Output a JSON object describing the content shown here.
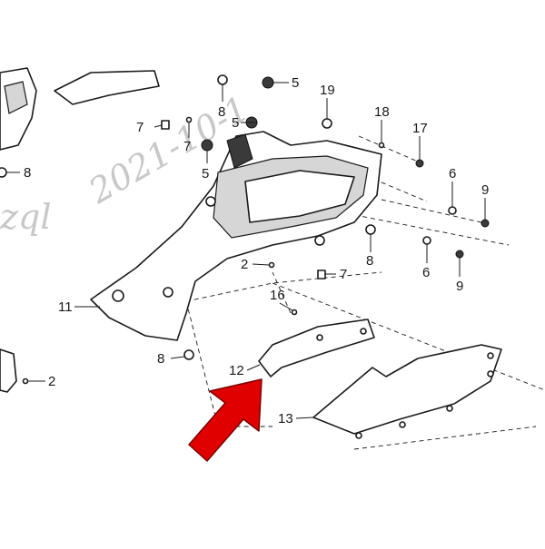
{
  "watermark": {
    "text_left": "zql",
    "text_main": "2021-10-1"
  },
  "callouts": [
    {
      "id": "c5a",
      "label": "5"
    },
    {
      "id": "c8a",
      "label": "8"
    },
    {
      "id": "c7a",
      "label": "7"
    },
    {
      "id": "c7b",
      "label": "7"
    },
    {
      "id": "c5b",
      "label": "5"
    },
    {
      "id": "c5c",
      "label": "5"
    },
    {
      "id": "c19",
      "label": "19"
    },
    {
      "id": "c18",
      "label": "18"
    },
    {
      "id": "c17",
      "label": "17"
    },
    {
      "id": "c6a",
      "label": "6"
    },
    {
      "id": "c9a",
      "label": "9"
    },
    {
      "id": "c8b",
      "label": "8"
    },
    {
      "id": "c8c",
      "label": "8"
    },
    {
      "id": "c6b",
      "label": "6"
    },
    {
      "id": "c9b",
      "label": "9"
    },
    {
      "id": "c2a",
      "label": "2"
    },
    {
      "id": "c7c",
      "label": "7"
    },
    {
      "id": "c16",
      "label": "16"
    },
    {
      "id": "c11",
      "label": "11"
    },
    {
      "id": "c8d",
      "label": "8"
    },
    {
      "id": "c2b",
      "label": "2"
    },
    {
      "id": "c12",
      "label": "12"
    },
    {
      "id": "c13",
      "label": "13"
    }
  ],
  "colors": {
    "arrow_fill": "#e00000",
    "arrow_stroke": "#7a0000",
    "line": "#1a1a1a",
    "watermark": "#c8c8c8"
  }
}
